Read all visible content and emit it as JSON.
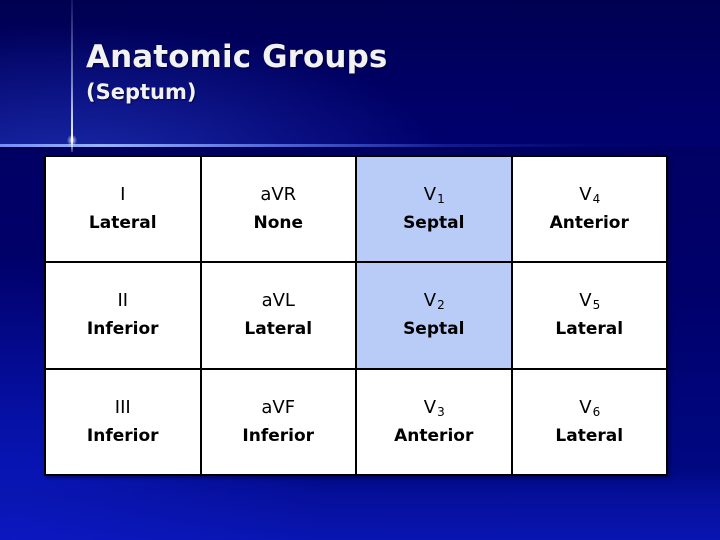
{
  "slide": {
    "title": "Anatomic Groups",
    "subtitle": "(Septum)",
    "background_color": "#000066",
    "title_color": "#f2f2f2",
    "highlight_color": "#b9cbf7",
    "table_border_color": "#000000",
    "table_cell_color": "#ffffff"
  },
  "table": {
    "rows": [
      {
        "cells": [
          {
            "lead": "I",
            "sub": "",
            "region": "Lateral",
            "highlighted": false
          },
          {
            "lead": "aVR",
            "sub": "",
            "region": "None",
            "highlighted": false
          },
          {
            "lead": "V",
            "sub": "1",
            "region": "Septal",
            "highlighted": true
          },
          {
            "lead": "V",
            "sub": "4",
            "region": "Anterior",
            "highlighted": false
          }
        ]
      },
      {
        "cells": [
          {
            "lead": "II",
            "sub": "",
            "region": "Inferior",
            "highlighted": false
          },
          {
            "lead": "aVL",
            "sub": "",
            "region": "Lateral",
            "highlighted": false
          },
          {
            "lead": "V",
            "sub": "2",
            "region": "Septal",
            "highlighted": true
          },
          {
            "lead": "V",
            "sub": "5",
            "region": "Lateral",
            "highlighted": false
          }
        ]
      },
      {
        "cells": [
          {
            "lead": "III",
            "sub": "",
            "region": "Inferior",
            "highlighted": false
          },
          {
            "lead": "aVF",
            "sub": "",
            "region": "Inferior",
            "highlighted": false
          },
          {
            "lead": "V",
            "sub": "3",
            "region": "Anterior",
            "highlighted": false
          },
          {
            "lead": "V",
            "sub": "6",
            "region": "Lateral",
            "highlighted": false
          }
        ]
      }
    ]
  }
}
